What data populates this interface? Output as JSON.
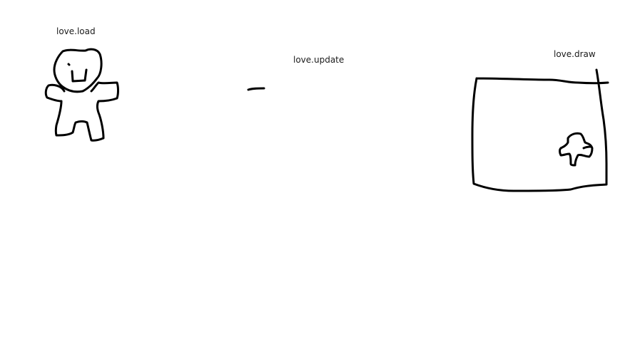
{
  "labels": {
    "load": "love.load",
    "update": "love.update",
    "draw": "love.draw"
  },
  "colors": {
    "background": "#ffffff",
    "ink": "#000000",
    "text": "#1a1a1a"
  }
}
